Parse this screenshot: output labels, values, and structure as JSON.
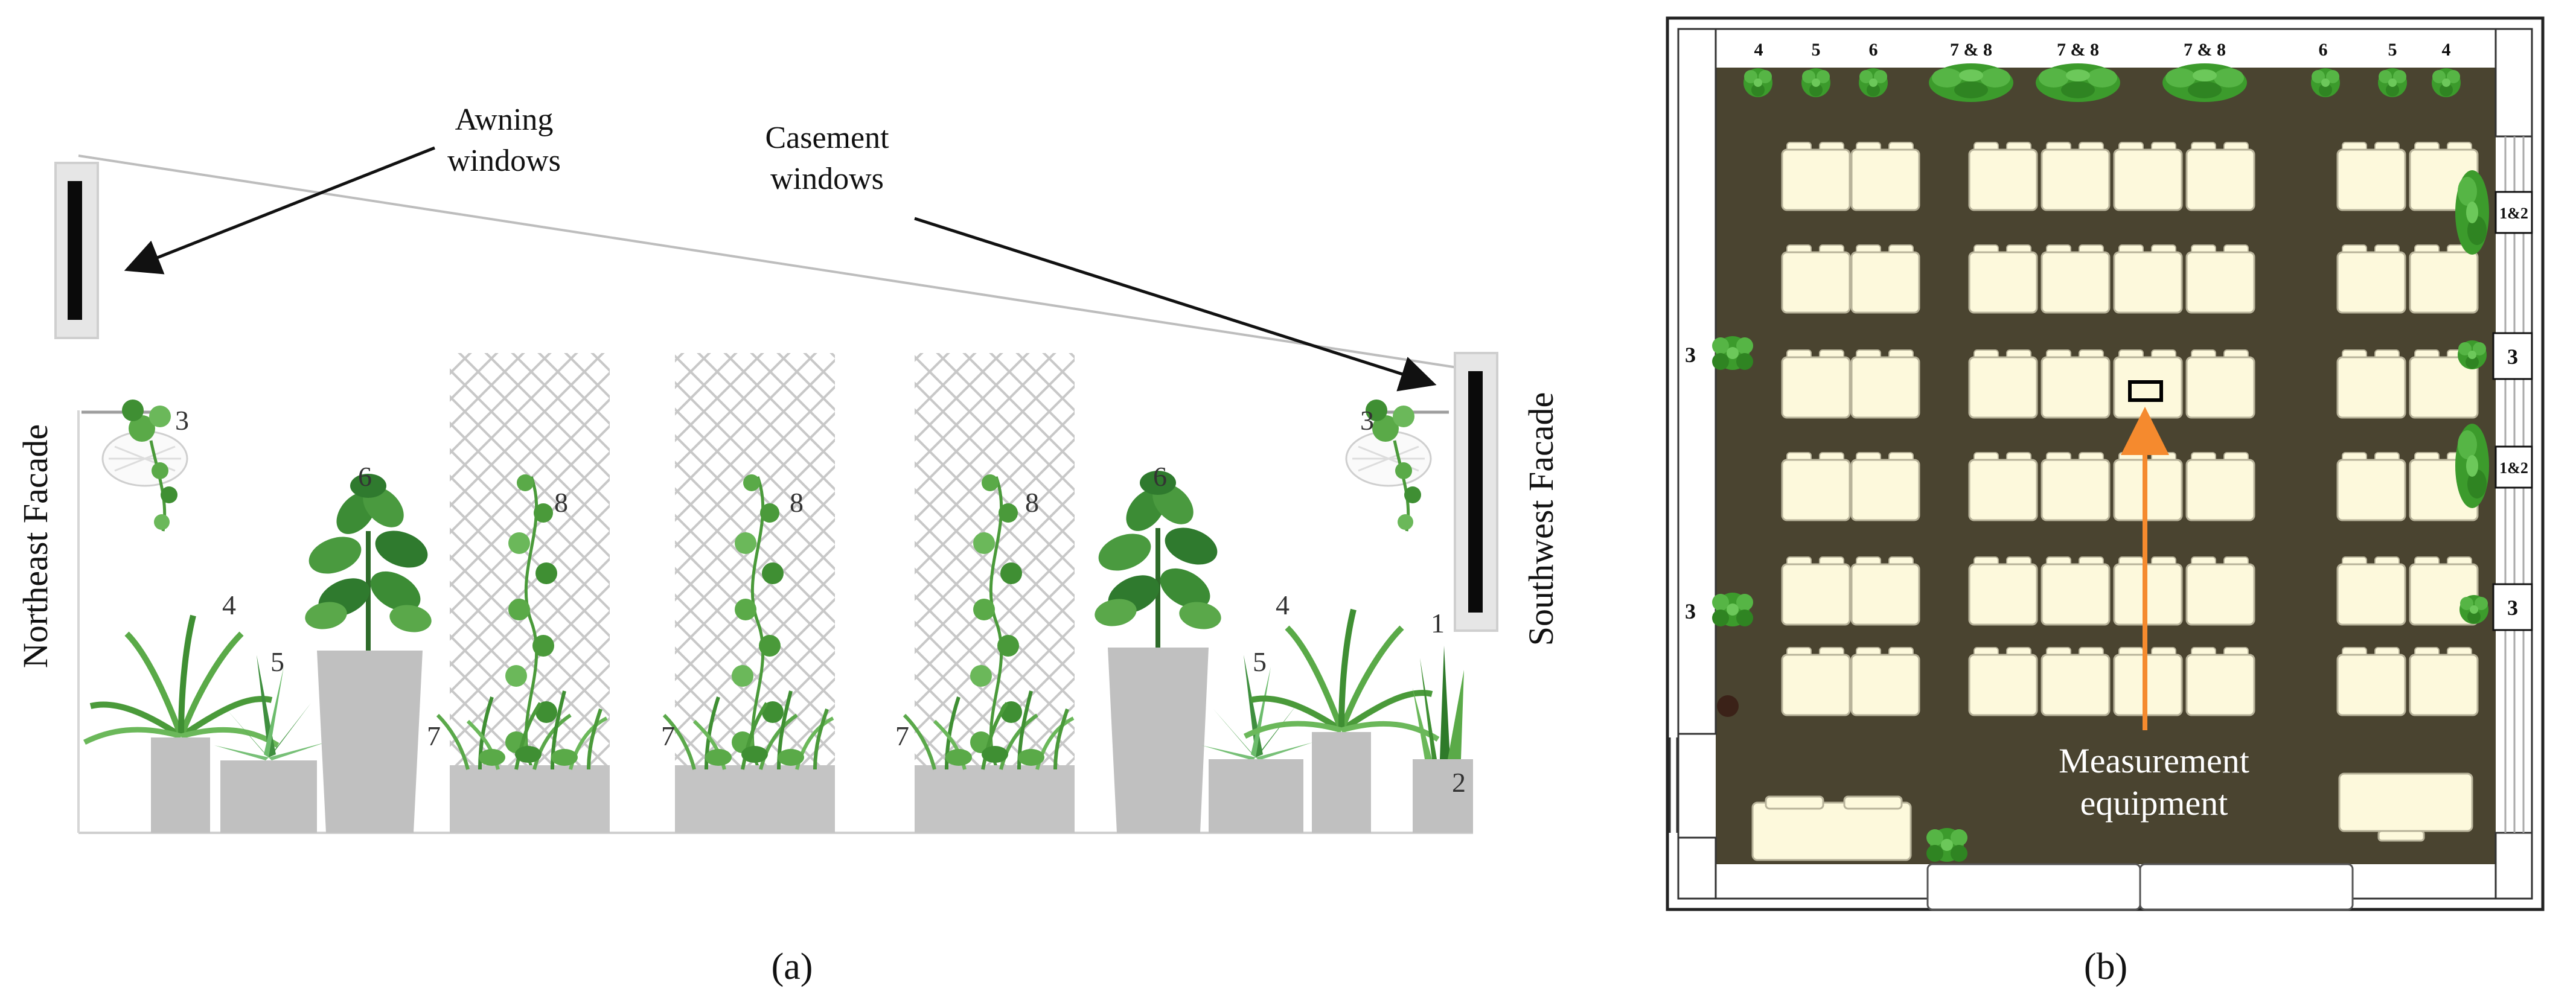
{
  "panel_a": {
    "caption": "(a)",
    "callouts": {
      "awning": [
        "Awning",
        "windows"
      ],
      "casement": [
        "Casement",
        "windows"
      ]
    },
    "facades": {
      "northeast": "Northeast Facade",
      "southwest": "Southwest Facade"
    },
    "plant_labels": {
      "hanging_left": "3",
      "hanging_right": "3",
      "fern_left": "4",
      "aloe_left": "5",
      "tree_left": "6",
      "box1": "7",
      "trellis1": "8",
      "box2": "7",
      "trellis2": "8",
      "box3": "7",
      "trellis3": "8",
      "tree_right": "6",
      "aloe_right": "5",
      "fern_right": "4",
      "snake": "1",
      "pot2": "2"
    }
  },
  "panel_b": {
    "caption": "(b)",
    "top_labels": [
      "4",
      "5",
      "6",
      "7 & 8",
      "7 & 8",
      "7 & 8",
      "6",
      "5",
      "4"
    ],
    "left_labels": [
      "3",
      "3"
    ],
    "right_labels": [
      "1&2",
      "3",
      "1&2",
      "3"
    ],
    "measurement_label": [
      "Measurement",
      "equipment"
    ]
  },
  "colors": {
    "floor": "#4a4430",
    "desk": "#fdf9dc",
    "plant": "#3c9b2c",
    "pot": "#bdbdbd",
    "arrow_orange": "#f58a2e",
    "outline": "#222222"
  }
}
